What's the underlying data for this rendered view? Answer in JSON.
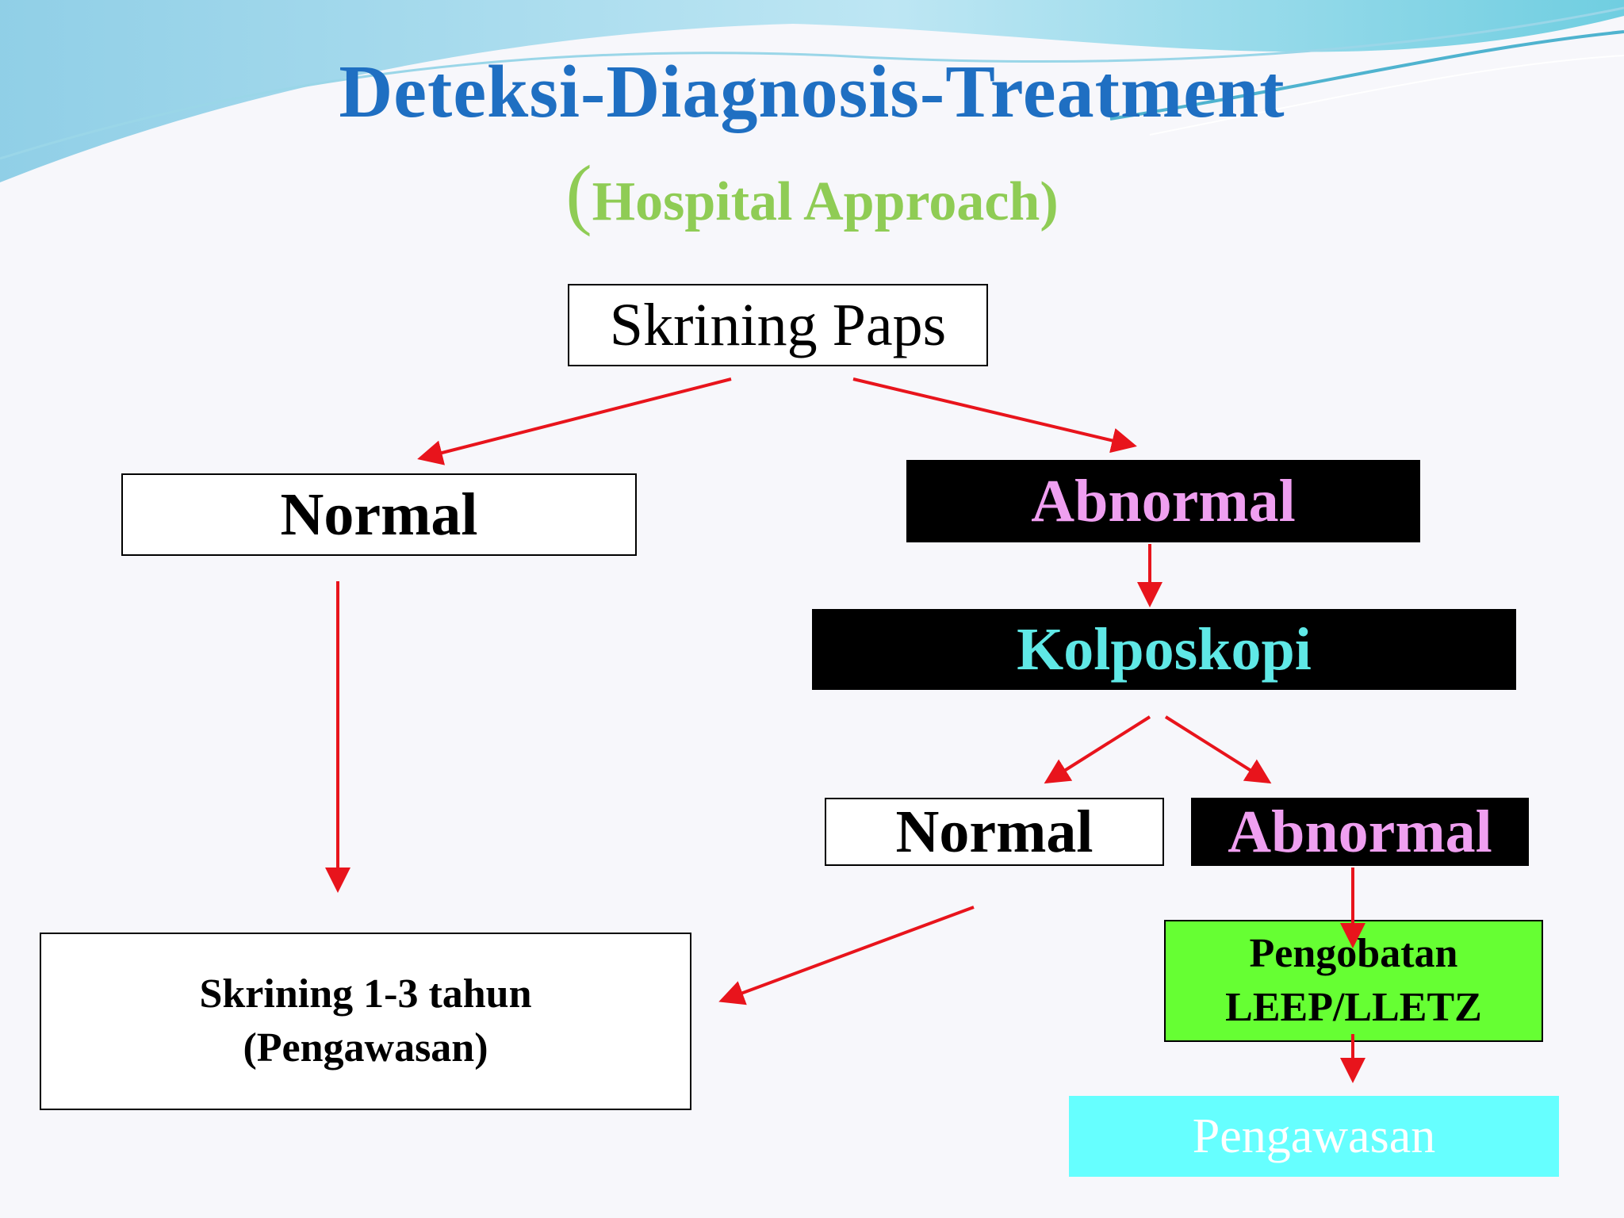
{
  "title": {
    "main": "Deteksi-Diagnosis-Treatment",
    "sub_open": "(",
    "sub_text": "Hospital Approach)"
  },
  "nodes": {
    "skrining_paps": "Skrining Paps",
    "normal_1": "Normal",
    "abnormal_1": "Abnormal",
    "kolposkopi": "Kolposkopi",
    "normal_2": "Normal",
    "abnormal_2": "Abnormal",
    "skrining_tahun": {
      "line1": "Skrining 1-3 tahun",
      "line2": "(Pengawasan)"
    },
    "pengobatan": {
      "line1": "Pengobatan",
      "line2": "LEEP/LLETZ"
    },
    "pengawasan": "Pengawasan"
  },
  "colors": {
    "title": "#1f6fc2",
    "subtitle": "#8fcc55",
    "arrow": "#e8141c",
    "abnormal_text": "#ef9ff0",
    "kolposkopi_text": "#5fe8e6",
    "pengobatan_fill": "#66ff33",
    "pengawasan_fill": "#66ffff"
  }
}
